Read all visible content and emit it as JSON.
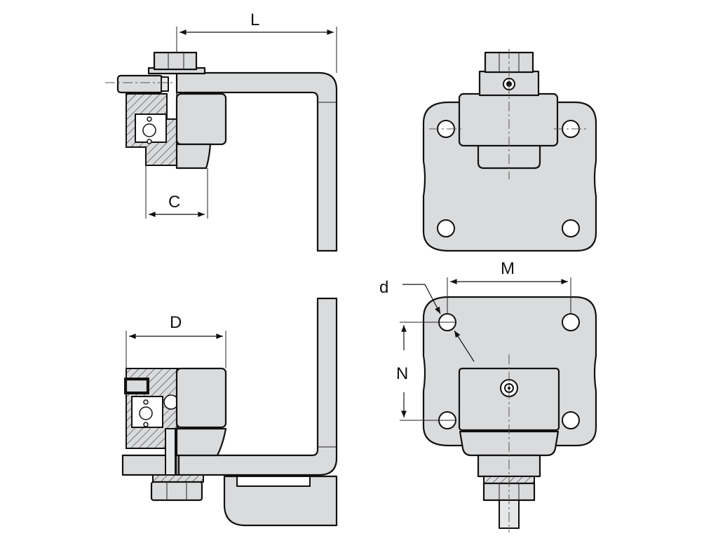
{
  "labels": {
    "L": "L",
    "C": "C",
    "D": "D",
    "M": "M",
    "N": "N",
    "d": "d"
  },
  "colors": {
    "part_fill": "#dadbdd",
    "outline": "#111111",
    "background": "#ffffff"
  }
}
